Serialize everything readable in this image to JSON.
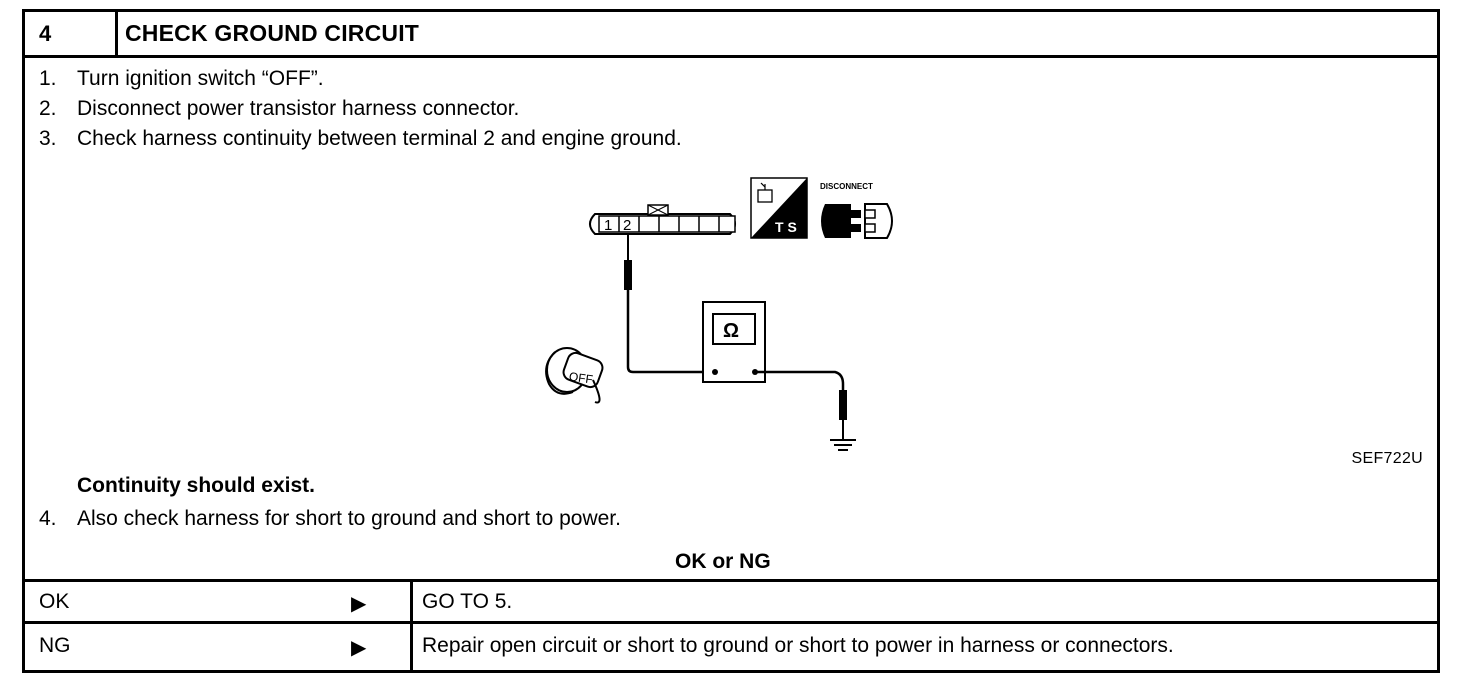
{
  "header": {
    "step_number": "4",
    "title": "CHECK GROUND CIRCUIT"
  },
  "steps": [
    {
      "num": "1.",
      "text": "Turn ignition switch “OFF”."
    },
    {
      "num": "2.",
      "text": "Disconnect power transistor harness connector."
    },
    {
      "num": "3.",
      "text": "Check harness continuity between terminal 2 and engine ground."
    }
  ],
  "diagram": {
    "terminal_1": "1",
    "terminal_2": "2",
    "ts_label": "T S",
    "disconnect_label": "DISCONNECT",
    "meter_symbol": "Ω",
    "key_label": "OFF",
    "figure_id": "SEF722U"
  },
  "continuity_note": "Continuity should exist.",
  "step4": {
    "num": "4.",
    "text": "Also check harness for short to ground and short to power."
  },
  "ok_or_ng": "OK or NG",
  "results": [
    {
      "label": "OK",
      "arrow": "▶",
      "action": "GO TO 5."
    },
    {
      "label": "NG",
      "arrow": "▶",
      "action": "Repair open circuit or short to ground or short to power in harness or connectors."
    }
  ]
}
